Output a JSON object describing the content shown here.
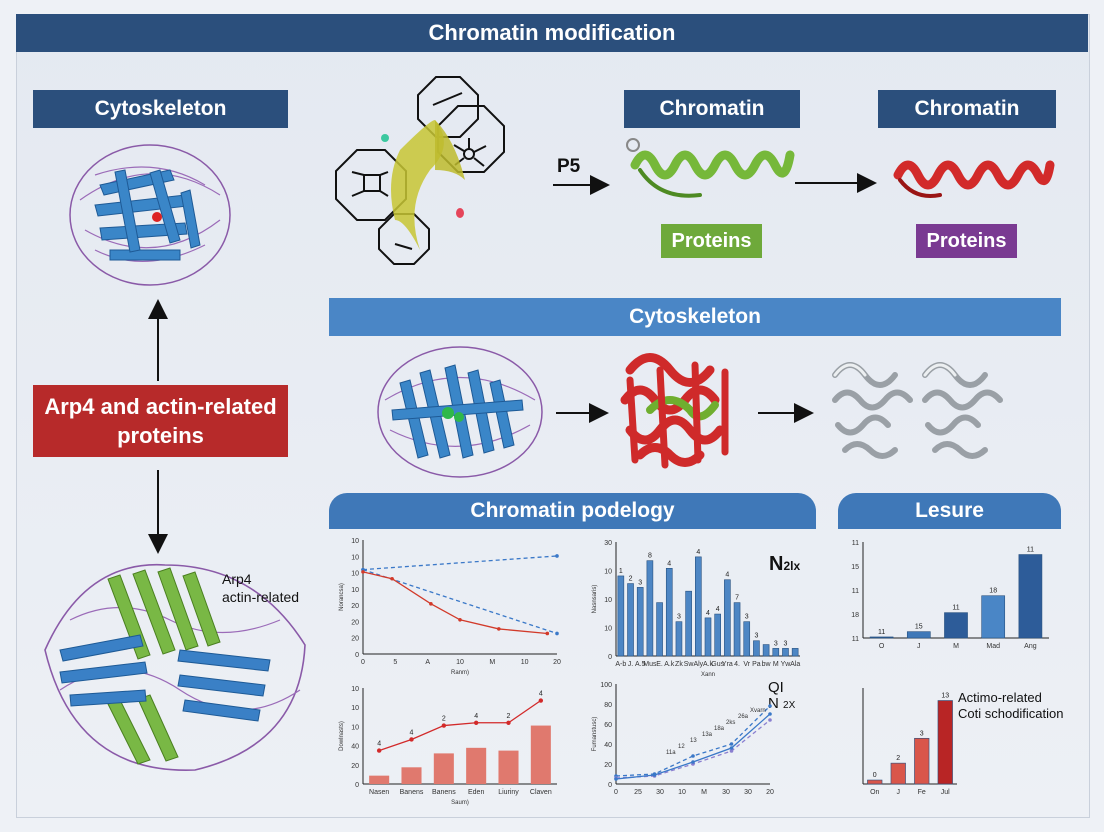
{
  "titles": {
    "main": "Chromatin modification",
    "cytoskeleton_left": "Cytoskeleton",
    "chromatin_1": "Chromatin",
    "chromatin_2": "Chromatin",
    "cytoskeleton_band": "Cytoskeleton",
    "podelogy": "Chromatin podelogy",
    "lesure": "Lesure",
    "arp4": "Arp4 and actin-related proteins",
    "proteins_green": "Proteins",
    "proteins_purple": "Proteins"
  },
  "labels": {
    "p5": "P5",
    "arp_side_1": "Arp4",
    "arp_side_2": "actin-related",
    "n_label_main": "N",
    "n_label_sub": "2lx",
    "ql_1": "QI",
    "ql_2": "N",
    "ql_sub": "2X",
    "actimo_1": "Actimo-related",
    "actimo_2": "Coti schodification"
  },
  "colors": {
    "navy": "#2b4f7c",
    "band_blue": "#4a86c6",
    "red": "#b72a2a",
    "green": "#6ea93a",
    "purple": "#7a3a92",
    "bar_blue": "#3f78b8",
    "bar_red": "#c0392b"
  },
  "chart_data": [
    {
      "type": "line",
      "id": "line1",
      "y_ticks": [
        "10",
        "10",
        "10",
        "10",
        "20",
        "20",
        "20",
        "0"
      ],
      "x_ticks": [
        "0",
        "5",
        "A",
        "10",
        "M",
        "10",
        "20"
      ],
      "xlabel": "Ranm)",
      "ylabel": "Norancsa)",
      "series": [
        {
          "color": "#3a78c8",
          "dash": true,
          "x": [
            0,
            20
          ],
          "y": [
            74,
            86
          ]
        },
        {
          "color": "#3a78c8",
          "dash": true,
          "x": [
            0,
            20
          ],
          "y": [
            74,
            18
          ]
        },
        {
          "color": "#d23a2a",
          "dash": false,
          "x": [
            0,
            3,
            7,
            10,
            14,
            19
          ],
          "y": [
            72,
            66,
            44,
            30,
            22,
            18
          ]
        }
      ]
    },
    {
      "type": "bar",
      "id": "bar1",
      "y_ticks": [
        "30",
        "10",
        "10",
        "10",
        "0"
      ],
      "categories": [
        "A-b",
        "J.",
        "A.5",
        "Mus",
        "E.",
        "A.k",
        "Zk",
        "Sw",
        "Aly",
        "A.k",
        "Gus",
        "Yra",
        "4.",
        "Vr",
        "Pa",
        "bw",
        "M",
        "Yw",
        "Ala"
      ],
      "values": [
        21,
        19,
        18,
        25,
        14,
        23,
        9,
        17,
        26,
        10,
        11,
        20,
        14,
        9,
        4,
        3,
        2,
        2,
        2
      ],
      "value_labels": [
        "1",
        "2",
        "3",
        "8",
        "",
        "4",
        "3",
        "",
        "4",
        "4",
        "4",
        "4",
        "7",
        "3",
        "3",
        "",
        "3",
        "3",
        ""
      ],
      "xlabel": "Xann",
      "ylabel": "Nasnsaris)"
    },
    {
      "type": "bar",
      "id": "bar2",
      "y_ticks": [
        "11",
        "15",
        "11",
        "18",
        "11"
      ],
      "categories": [
        "O",
        "J",
        "M",
        "Mad",
        "Ang"
      ],
      "values": [
        1,
        6,
        24,
        40,
        79
      ],
      "value_labels": [
        "11",
        "15",
        "11",
        "18",
        "11"
      ],
      "bar_colors": [
        "#2d5c99",
        "#3f78b8",
        "#2d5c99",
        "#4a86c6",
        "#2d5c99"
      ]
    },
    {
      "type": "bar",
      "id": "bar3",
      "y_ticks": [
        "10",
        "10",
        "10",
        "40",
        "20",
        "0"
      ],
      "categories": [
        "Nasen",
        "Banens",
        "Banens",
        "Eden",
        "Liuriny",
        "Claven"
      ],
      "values": [
        3,
        6,
        11,
        13,
        12,
        21
      ],
      "line_values": [
        12,
        16,
        21,
        22,
        22,
        30
      ],
      "value_labels": [
        "4",
        "4",
        "2",
        "4",
        "2",
        "4"
      ],
      "xlabel": "Saum)",
      "ylabel": "Dowlnasts)"
    },
    {
      "type": "line",
      "id": "line2",
      "y_ticks": [
        "100",
        "80",
        "60",
        "40",
        "20",
        "0"
      ],
      "x_ticks": [
        "0",
        "25",
        "30",
        "10",
        "M",
        "30",
        "30",
        "20"
      ],
      "ylabel": "Fumanstusc)",
      "points_labels": [
        "11a",
        "12",
        "13",
        "13a",
        "18a",
        "2ks",
        "26a",
        "Xvarn"
      ],
      "series": [
        {
          "color": "#3a78c8",
          "dash": true,
          "x": [
            0,
            7,
            14,
            21,
            28
          ],
          "y": [
            8,
            10,
            28,
            40,
            78
          ]
        },
        {
          "color": "#8a7fd0",
          "dash": true,
          "x": [
            0,
            7,
            14,
            21,
            28
          ],
          "y": [
            6,
            8,
            20,
            33,
            64
          ]
        },
        {
          "color": "#3a78c8",
          "dash": false,
          "x": [
            0,
            7,
            14,
            21,
            28
          ],
          "y": [
            5,
            9,
            22,
            36,
            70
          ]
        }
      ]
    },
    {
      "type": "bar",
      "id": "bar4",
      "categories": [
        "On",
        "J",
        "Fe",
        "Jul"
      ],
      "values": [
        4,
        21,
        46,
        84
      ],
      "value_labels": [
        "0",
        "2",
        "3",
        "13"
      ],
      "bar_colors": [
        "#d9564a",
        "#d9564a",
        "#d9564a",
        "#b82525"
      ]
    }
  ]
}
